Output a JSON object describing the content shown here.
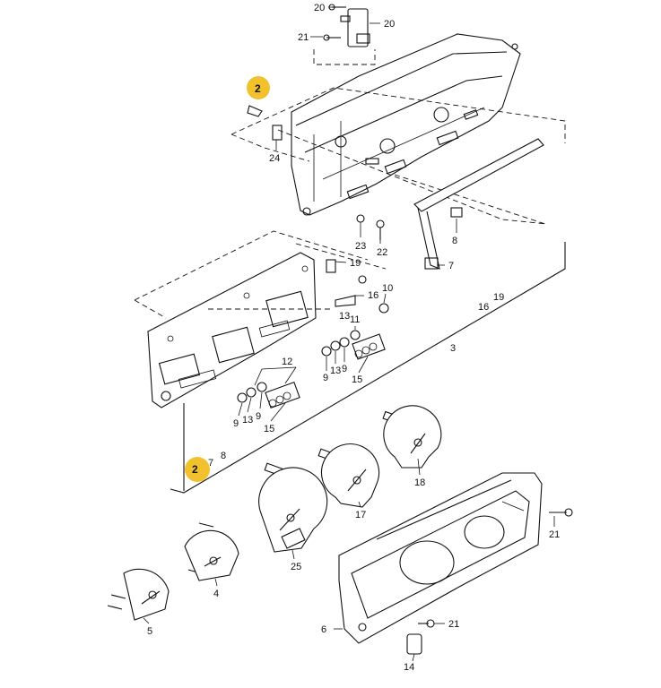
{
  "callouts": {
    "c20a": "20",
    "c20b": "20",
    "c21a": "21",
    "c2top": "2",
    "c24": "24",
    "c23": "23",
    "c22": "22",
    "c8": "8",
    "c7": "7",
    "c19a": "19",
    "c16a": "16",
    "c10": "10",
    "c13a": "13",
    "c11": "11",
    "c16b": "16",
    "c19b": "19",
    "c3": "3",
    "c12": "12",
    "c9a": "9",
    "c13b": "13",
    "c9b": "9",
    "c15a": "15",
    "c9c": "9",
    "c13c": "13",
    "c9d": "9",
    "c15b": "15",
    "c2bot": "2",
    "c7b": "7",
    "c8b": "8",
    "c18": "18",
    "c17": "17",
    "c25": "25",
    "c4": "4",
    "c5": "5",
    "c21b": "21",
    "c21c": "21",
    "c6": "6",
    "c14": "14"
  },
  "colors": {
    "highlight": "#f2c12e",
    "line": "#111111"
  }
}
